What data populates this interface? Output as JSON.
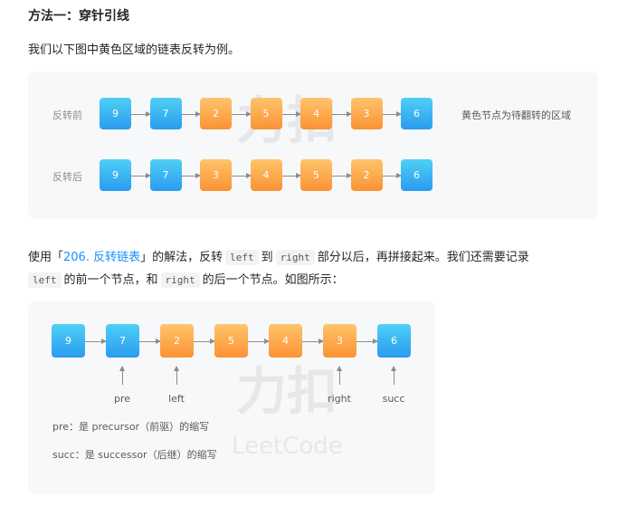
{
  "heading": "方法一：穿针引线",
  "intro": "我们以下图中黄色区域的链表反转为例。",
  "figure1": {
    "before_label": "反转前",
    "after_label": "反转后",
    "note": "黄色节点为待翻转的区域",
    "before_nodes": [
      {
        "value": "9",
        "color": "blue"
      },
      {
        "value": "7",
        "color": "blue"
      },
      {
        "value": "2",
        "color": "orange"
      },
      {
        "value": "5",
        "color": "orange"
      },
      {
        "value": "4",
        "color": "orange"
      },
      {
        "value": "3",
        "color": "orange"
      },
      {
        "value": "6",
        "color": "blue"
      }
    ],
    "after_nodes": [
      {
        "value": "9",
        "color": "blue"
      },
      {
        "value": "7",
        "color": "blue"
      },
      {
        "value": "3",
        "color": "orange"
      },
      {
        "value": "4",
        "color": "orange"
      },
      {
        "value": "5",
        "color": "orange"
      },
      {
        "value": "2",
        "color": "orange"
      },
      {
        "value": "6",
        "color": "blue"
      }
    ]
  },
  "paragraph": {
    "p1": "使用「",
    "link": "206. 反转链表",
    "p2": "」的解法，反转",
    "code_left": "left",
    "p3": "到",
    "code_right": "right",
    "p4": "部分以后，再拼接起来。我们还需要记录",
    "code_left2": "left",
    "p5": "的前一个节点，和",
    "code_right2": "right",
    "p6": "的后一个节点。如图所示："
  },
  "figure2": {
    "nodes": [
      {
        "value": "9",
        "color": "blue"
      },
      {
        "value": "7",
        "color": "blue"
      },
      {
        "value": "2",
        "color": "orange"
      },
      {
        "value": "5",
        "color": "orange"
      },
      {
        "value": "4",
        "color": "orange"
      },
      {
        "value": "3",
        "color": "orange"
      },
      {
        "value": "6",
        "color": "blue"
      }
    ],
    "pointers": {
      "pre": "pre",
      "left": "left",
      "right": "right",
      "succ": "succ"
    },
    "note1": "pre：是 precursor（前驱）的缩写",
    "note2": "succ：是 successor（后继）的缩写"
  },
  "colors": {
    "blue_node": "#2a9bf0",
    "orange_node": "#fb9234",
    "link": "#1890ff",
    "figure_bg": "#f7f8fa"
  }
}
